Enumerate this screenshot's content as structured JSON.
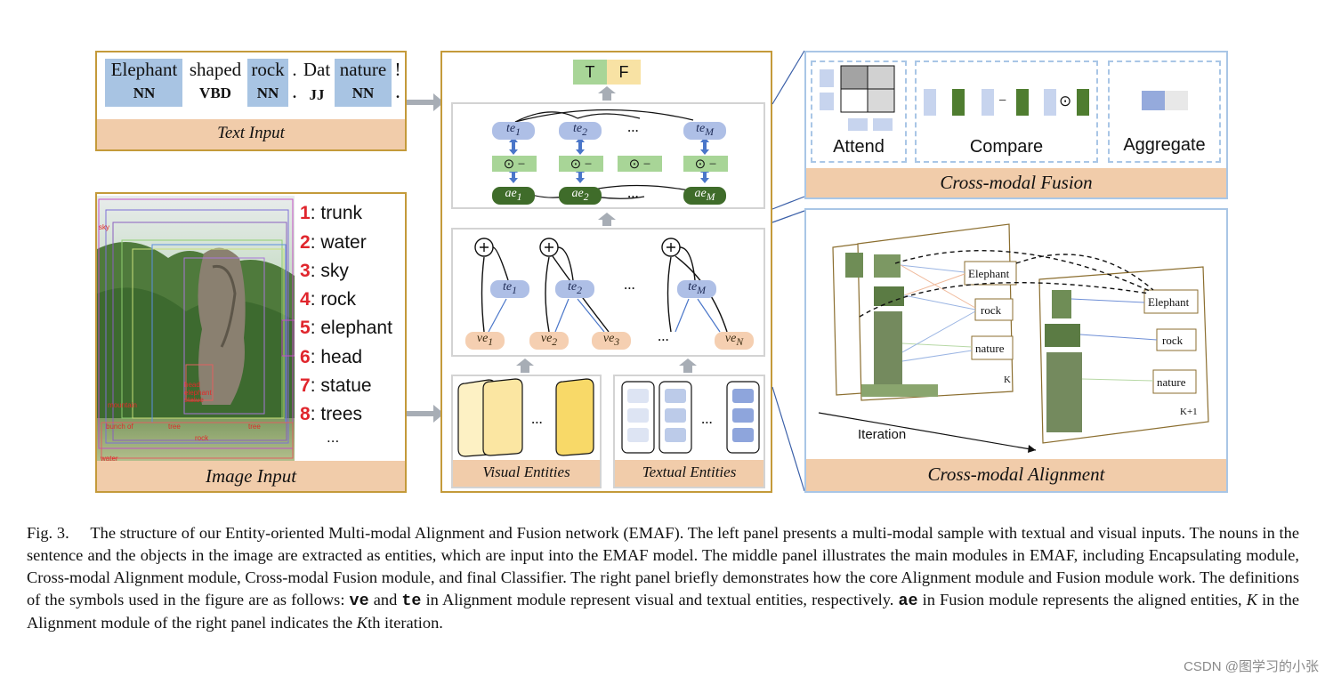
{
  "text_input": {
    "words": [
      "Elephant",
      "shaped",
      "rock",
      ".",
      "Dat",
      "nature",
      "!"
    ],
    "tags": [
      "NN",
      "VBD",
      "NN",
      ".",
      "JJ",
      "NN",
      "."
    ],
    "label": "Text Input"
  },
  "image_input": {
    "label": "Image Input",
    "objects": [
      {
        "num": "1",
        "name": ": trunk"
      },
      {
        "num": "2",
        "name": ": water"
      },
      {
        "num": "3",
        "name": ": sky"
      },
      {
        "num": "4",
        "name": ": rock"
      },
      {
        "num": "5",
        "name": ": elephant"
      },
      {
        "num": "6",
        "name": ": head"
      },
      {
        "num": "7",
        "name": ": statue"
      },
      {
        "num": "8",
        "name": ": trees"
      }
    ],
    "ellipsis": "..."
  },
  "middle": {
    "tf": {
      "t": "T",
      "f": "F"
    },
    "fusion": {
      "te": [
        "te",
        "te",
        "te"
      ],
      "te_sub": [
        "1",
        "2",
        "M"
      ],
      "ae": [
        "ae",
        "ae",
        "ae"
      ],
      "ae_sub": [
        "1",
        "2",
        "M"
      ],
      "op": "⊙ −",
      "ellipsis": "..."
    },
    "alignment": {
      "te": [
        "te",
        "te",
        "te"
      ],
      "te_sub": [
        "1",
        "2",
        "M"
      ],
      "ve": [
        "ve",
        "ve",
        "ve",
        "ve"
      ],
      "ve_sub": [
        "1",
        "2",
        "3",
        "N"
      ],
      "plus": "+",
      "ellipsis": "..."
    },
    "visual_entities": {
      "label": "Visual Entities",
      "ellipsis": "..."
    },
    "textual_entities": {
      "label": "Textual Entities",
      "ellipsis": "..."
    }
  },
  "fusion_panel": {
    "attend": "Attend",
    "compare": "Compare",
    "aggregate": "Aggregate",
    "minus": "−",
    "odot": "⊙",
    "label": "Cross-modal Fusion"
  },
  "alignment_panel": {
    "words_k": [
      "Elephant",
      "rock",
      "nature"
    ],
    "words_k1": [
      "Elephant",
      "rock",
      "nature"
    ],
    "k": "K",
    "k1": "K+1",
    "iteration": "Iteration",
    "label": "Cross-modal Alignment"
  },
  "caption": {
    "prefix": "Fig. 3.",
    "p1": "The structure of our Entity-oriented Multi-modal Alignment and Fusion network (EMAF). The left panel presents a multi-modal sample with textual and visual inputs. The nouns in the sentence and the objects in the image are extracted as entities, which are input into the EMAF model. The middle panel illustrates the main modules in EMAF, including Encapsulating module, Cross-modal Alignment module, Cross-modal Fusion module, and final Classifier. The right panel briefly demonstrates how the core Alignment module and Fusion module work. The definitions of the symbols used in the figure are as follows: ",
    "ve": "ve",
    "and": " and ",
    "te": "te",
    "p2": " in Alignment module represent visual and textual entities, respectively. ",
    "ae": "ae",
    "p3": " in Fusion module represents the aligned entities, ",
    "K1": "K",
    "p4": " in the Alignment module of the right panel indicates the ",
    "K2": "K",
    "p5": "th iteration."
  },
  "watermark": "CSDN @图学习的小张"
}
